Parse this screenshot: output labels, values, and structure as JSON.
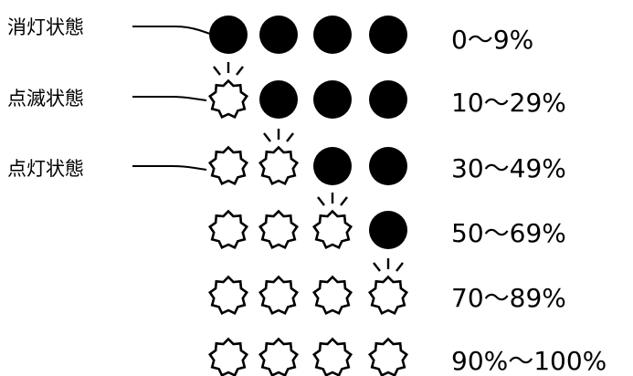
{
  "legend": [
    {
      "key": "off",
      "label": "消灯状態"
    },
    {
      "key": "blink",
      "label": "点滅状態"
    },
    {
      "key": "on",
      "label": "点灯状態"
    }
  ],
  "rows": [
    {
      "range": "0〜9%",
      "lamps": [
        "off",
        "off",
        "off",
        "off"
      ]
    },
    {
      "range": "10〜29%",
      "lamps": [
        "blink",
        "off",
        "off",
        "off"
      ]
    },
    {
      "range": "30〜49%",
      "lamps": [
        "on",
        "blink",
        "off",
        "off"
      ]
    },
    {
      "range": "50〜69%",
      "lamps": [
        "on",
        "on",
        "blink",
        "off"
      ]
    },
    {
      "range": "70〜89%",
      "lamps": [
        "on",
        "on",
        "on",
        "blink"
      ]
    },
    {
      "range": "90%〜100%",
      "lamps": [
        "on",
        "on",
        "on",
        "on"
      ]
    }
  ],
  "colors": {
    "lamp_off_fill": "#000000",
    "lamp_on_fill": "#ffffff",
    "stroke": "#000000"
  },
  "icons": {
    "off": "filled-circle-icon",
    "on": "starburst-outline-icon",
    "blink": "blinking-starburst-icon"
  }
}
